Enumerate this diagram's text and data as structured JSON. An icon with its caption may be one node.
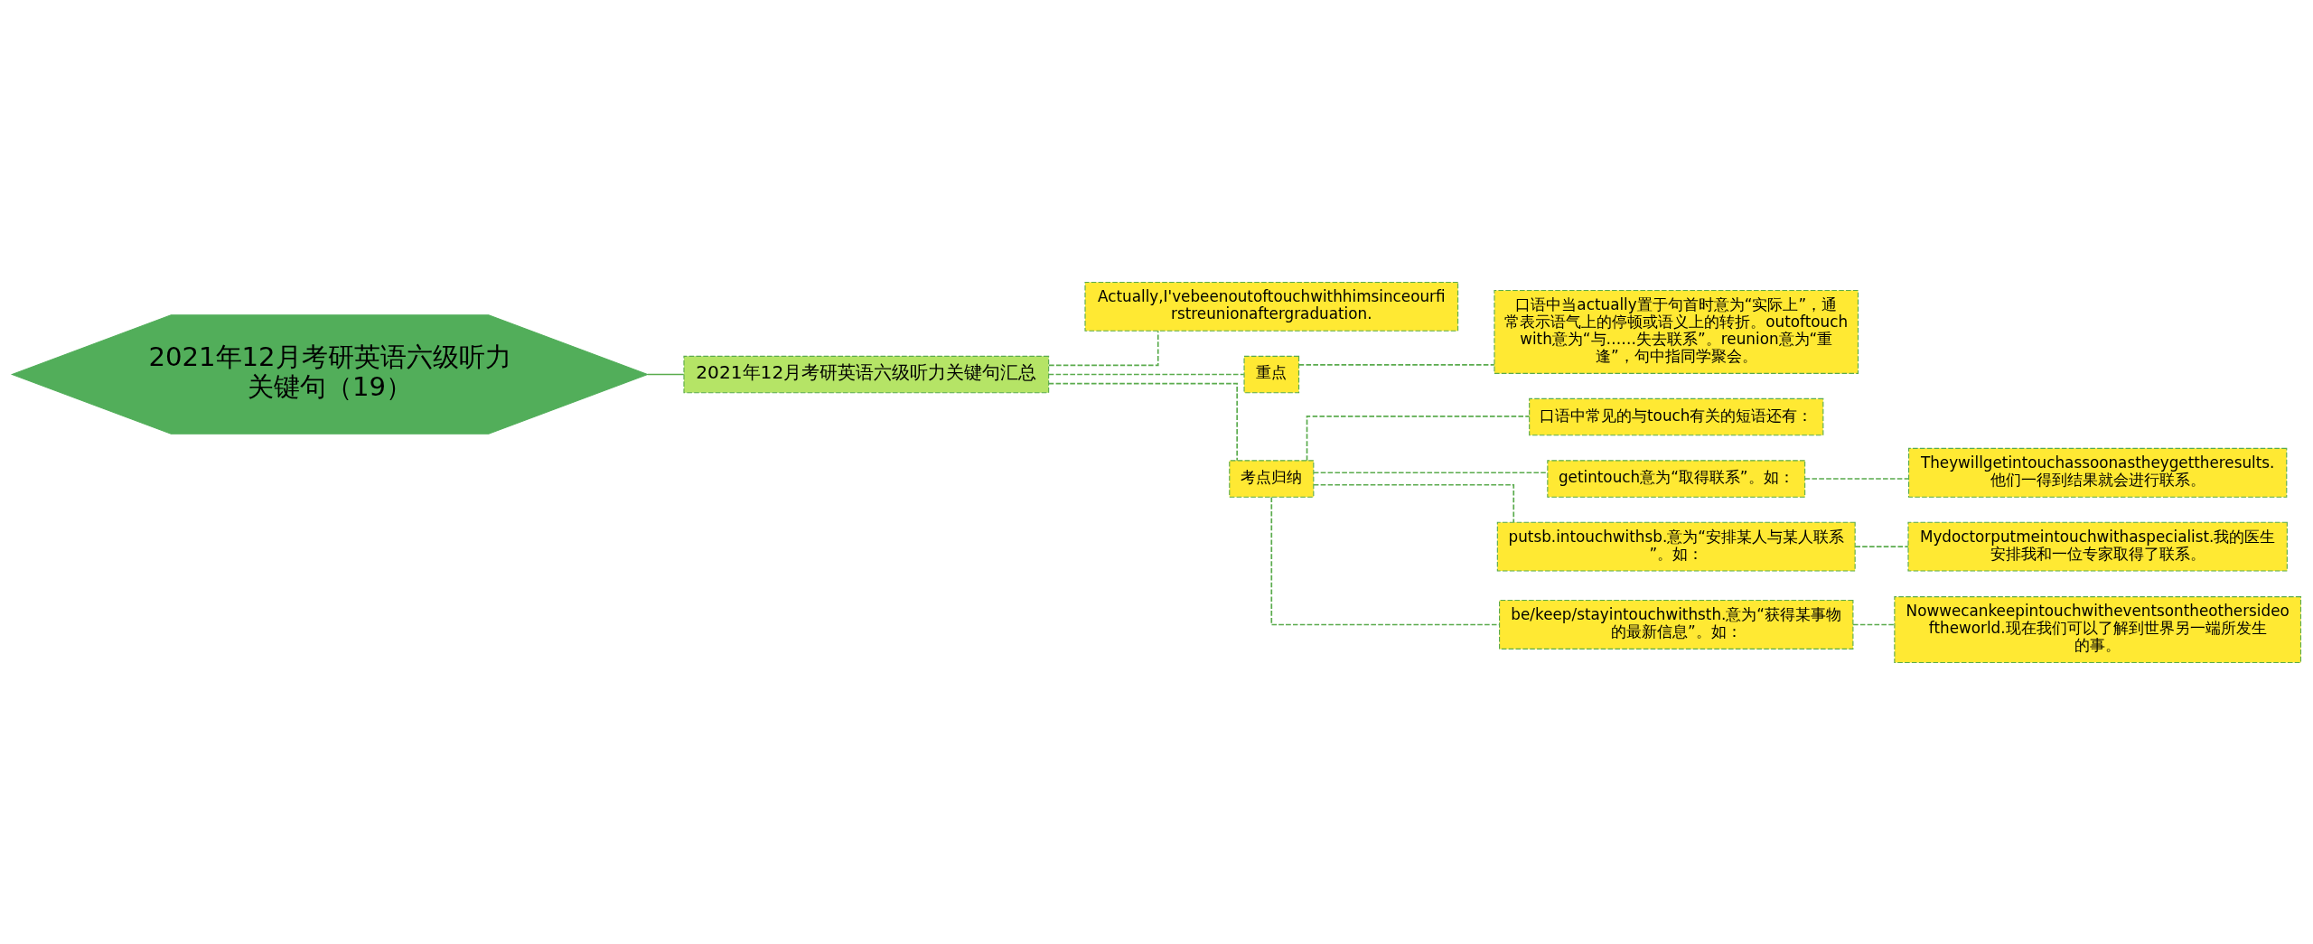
{
  "diagram": {
    "nodes": [
      {
        "text": [
          "2021年12月考研英语六级听力关键句（19）"
        ]
      },
      {
        "text": [
          "2021年12月考研英语六级听力关键句汇总"
        ]
      },
      {
        "text": [
          "Actually,I'vebeenoutoftouchwithhimsinceourfirstreunionaftergraduation."
        ]
      },
      {
        "text": [
          "重点"
        ]
      },
      {
        "text": [
          "口语中当actually置于句首时意为“实际上”，通常表示语气上的停顿或语义上的转折。outoftouchwith意为“与……失去联系”。reunion意为“重逢”，句中指同学聚会。"
        ]
      },
      {
        "text": [
          "考点归纳"
        ]
      },
      {
        "text": [
          "口语中常见的与touch有关的短语还有："
        ]
      },
      {
        "text": [
          "getintouch意为“取得联系”。如："
        ]
      },
      {
        "text": [
          "Theywillgetintouchassoonastheygettheresults.他们一得到结果就会进行联系。"
        ]
      },
      {
        "text": [
          "putsb.intouchwithsb.意为“安排某人与某人联系”。如："
        ]
      },
      {
        "text": [
          "Mydoctorputmeintouchwithaspecialist.我的医生安排我和一位专家取得了联系。"
        ]
      },
      {
        "text": [
          "be/keep/stayintouchwithsth.意为“获得某事物的最新信息”。如："
        ]
      },
      {
        "text": [
          "Nowwecankeepintouchwitheventsontheothersideoftheworld.现在我们可以了解到世界另一端所发生的事。"
        ]
      }
    ],
    "edges": [
      {
        "from": 0,
        "to": 1,
        "arrow": "none"
      },
      {
        "from": 1,
        "to": 2,
        "arrow": "none",
        "style": "dashed"
      },
      {
        "from": 1,
        "to": 3,
        "arrow": "none",
        "style": "dashed"
      },
      {
        "from": 3,
        "to": 4,
        "arrow": "none",
        "style": "dashed"
      },
      {
        "from": 1,
        "to": 5,
        "arrow": "none",
        "style": "dashed"
      },
      {
        "from": 5,
        "to": 6,
        "arrow": "none",
        "style": "dashed"
      },
      {
        "from": 5,
        "to": 7,
        "arrow": "none",
        "style": "dashed"
      },
      {
        "from": 7,
        "to": 8,
        "arrow": "none",
        "style": "dashed"
      },
      {
        "from": 5,
        "to": 9,
        "arrow": "none",
        "style": "dashed"
      },
      {
        "from": 9,
        "to": 10,
        "arrow": "none",
        "style": "dashed"
      },
      {
        "from": 5,
        "to": 11,
        "arrow": "none",
        "style": "dashed"
      },
      {
        "from": 11,
        "to": 12,
        "arrow": "none",
        "style": "dashed"
      }
    ]
  }
}
